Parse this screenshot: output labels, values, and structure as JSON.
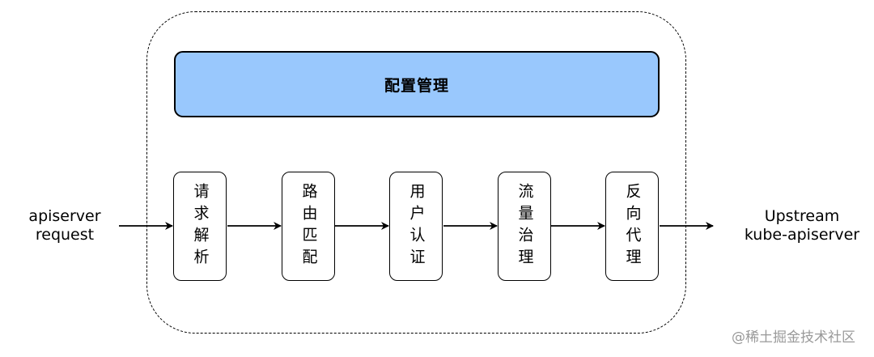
{
  "config": {
    "label": "配置管理"
  },
  "input": {
    "line1": "apiserver",
    "line2": "request"
  },
  "output": {
    "line1": "Upstream",
    "line2": "kube-apiserver"
  },
  "stages": [
    {
      "label": "请求解析"
    },
    {
      "label": "路由匹配"
    },
    {
      "label": "用户认证"
    },
    {
      "label": "流量治理"
    },
    {
      "label": "反向代理"
    }
  ],
  "watermark": {
    "text": "@稀土掘金技术社区"
  },
  "colors": {
    "config_fill": "#99c8fd",
    "stroke": "#000000",
    "watermark": "#999999"
  }
}
